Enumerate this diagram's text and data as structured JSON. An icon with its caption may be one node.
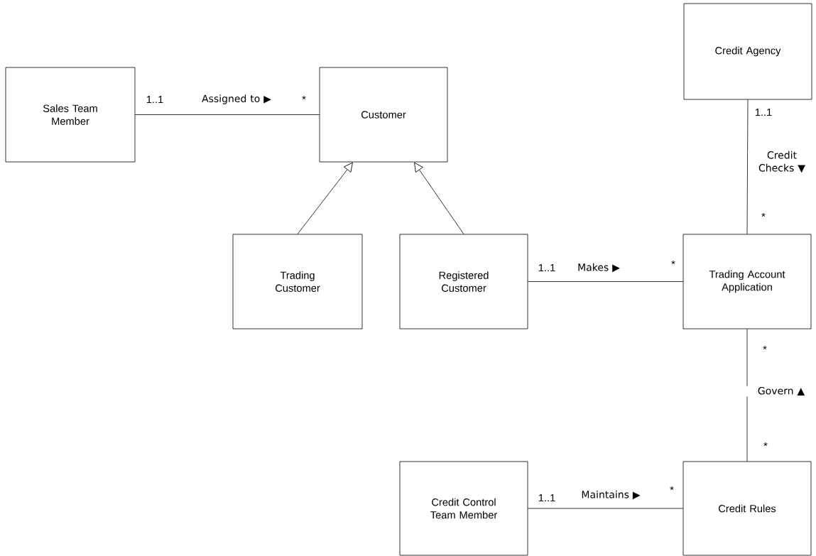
{
  "diagram": {
    "nodes": [
      {
        "text": [
          "Sales Team Member"
        ]
      },
      {
        "text": [
          "Customer"
        ]
      },
      {
        "text": [
          "Credit Agency"
        ]
      },
      {
        "text": [
          "Trading Customer"
        ]
      },
      {
        "text": [
          "Registered Customer"
        ]
      },
      {
        "text": [
          "Trading Account Application"
        ]
      },
      {
        "text": [
          "Credit Control Team Member"
        ]
      },
      {
        "text": [
          "Credit Rules"
        ]
      }
    ],
    "edges": [
      {
        "from": 0,
        "to": 1,
        "arrow": "none",
        "label": "Assigned to ▶"
      },
      {
        "from": 3,
        "to": 1,
        "arrow": "to"
      },
      {
        "from": 4,
        "to": 1,
        "arrow": "to"
      },
      {
        "from": 4,
        "to": 5,
        "arrow": "none",
        "label": "Makes ▶"
      },
      {
        "from": 2,
        "to": 5,
        "arrow": "none",
        "label": "Credit Checks ▼"
      },
      {
        "from": 5,
        "to": 7,
        "arrow": "none",
        "label": "Govern ▲"
      },
      {
        "from": 6,
        "to": 7,
        "arrow": "none",
        "label": "Maintains ▶"
      }
    ],
    "labels": [
      "1..1",
      "*",
      "1..1",
      "*",
      "1..1",
      "*",
      "*",
      "*",
      "1..1",
      "*"
    ]
  }
}
